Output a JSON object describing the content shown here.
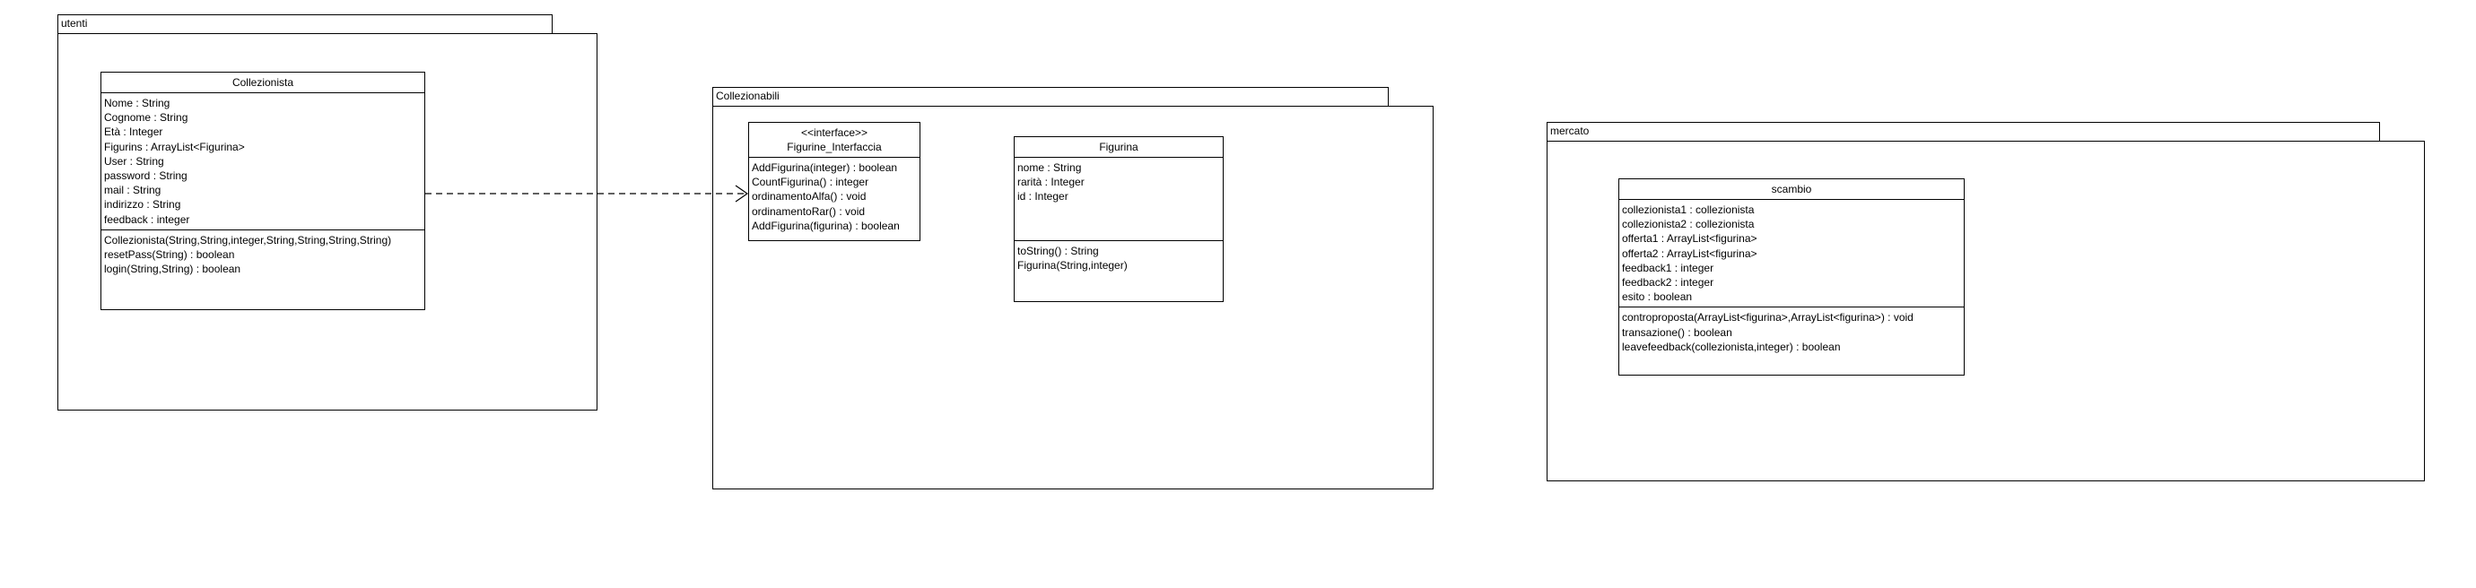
{
  "packages": {
    "utenti": "utenti",
    "collezionabili": "Collezionabili",
    "mercato": "mercato"
  },
  "classes": {
    "collezionista": {
      "name": "Collezionista",
      "attributes": [
        "Nome : String",
        "Cognome : String",
        "Età : Integer",
        "Figurins : ArrayList<Figurina>",
        "User : String",
        "password : String",
        "mail : String",
        "indirizzo : String",
        "feedback : integer"
      ],
      "operations": [
        "Collezionista(String,String,integer,String,String,String,String)",
        "resetPass(String) : boolean",
        "login(String,String) : boolean"
      ]
    },
    "figurine_interfaccia": {
      "stereotype": "<<interface>>",
      "name": "Figurine_Interfaccia",
      "operations": [
        "AddFigurina(integer) : boolean",
        "CountFigurina() : integer",
        "ordinamentoAlfa() : void",
        "ordinamentoRar() : void",
        "AddFigurina(figurina) : boolean"
      ]
    },
    "figurina": {
      "name": "Figurina",
      "attributes": [
        "nome : String",
        "rarità : Integer",
        "id : Integer"
      ],
      "operations": [
        "toString() : String",
        "Figurina(String,integer)"
      ]
    },
    "scambio": {
      "name": "scambio",
      "attributes": [
        "collezionista1 : collezionista",
        "collezionista2 : collezionista",
        "offerta1 : ArrayList<figurina>",
        "offerta2 : ArrayList<figurina>",
        "feedback1 : integer",
        "feedback2 : integer",
        "esito : boolean"
      ],
      "operations": [
        "controproposta(ArrayList<figurina>,ArrayList<figurina>) : void",
        "transazione() : boolean",
        "leavefeedback(collezionista,integer) : boolean"
      ]
    }
  },
  "relations": [
    {
      "type": "dependency",
      "from": "Collezionista",
      "to": "Figurine_Interfaccia"
    }
  ]
}
